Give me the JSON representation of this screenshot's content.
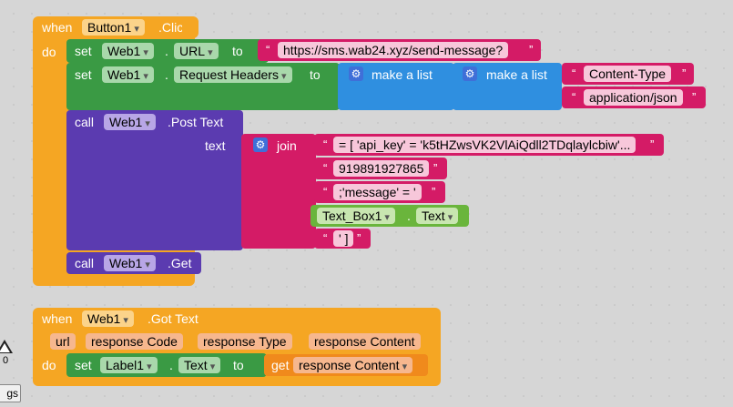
{
  "event1": {
    "when": "when",
    "component": "Button1",
    "event": ".Click",
    "do": "do"
  },
  "set1": {
    "set": "set",
    "component": "Web1",
    "property": "URL",
    "to": "to",
    "url_value": "https://sms.wab24.xyz/send-message?"
  },
  "set2": {
    "set": "set",
    "component": "Web1",
    "property": "Request Headers",
    "to": "to",
    "make_list": "make a list",
    "make_list_inner": "make a list",
    "header_name": "Content-Type",
    "header_value": "application/json"
  },
  "call1": {
    "call": "call",
    "component": "Web1",
    "method": ".Post Text",
    "text_label": "text",
    "join": "join",
    "str1": "= [ 'api_key' = 'k5tHZwsVK2VlAiQdll2TDqlaylcbiw'...",
    "str2": "919891927865",
    "str3": ";'message' = '",
    "textbox_component": "Text_Box1",
    "textbox_property": "Text",
    "str4": "' ]"
  },
  "call2": {
    "call": "call",
    "component": "Web1",
    "method": ".Get"
  },
  "event2": {
    "when": "when",
    "component": "Web1",
    "event": ".Got Text",
    "params": [
      "url",
      "response Code",
      "response Type",
      "response Content"
    ],
    "do": "do"
  },
  "set3": {
    "set": "set",
    "component": "Label1",
    "property": "Text",
    "to": "to",
    "get": "get",
    "get_var": "response Content"
  },
  "warnings": {
    "count": "0",
    "label": "gs"
  },
  "colors": {
    "event": "#f5a623",
    "setter": "#3a9a44",
    "call": "#5b3bb0",
    "text": "#d41b66",
    "list": "#3f6fd8",
    "getter": "#6ab53c"
  }
}
